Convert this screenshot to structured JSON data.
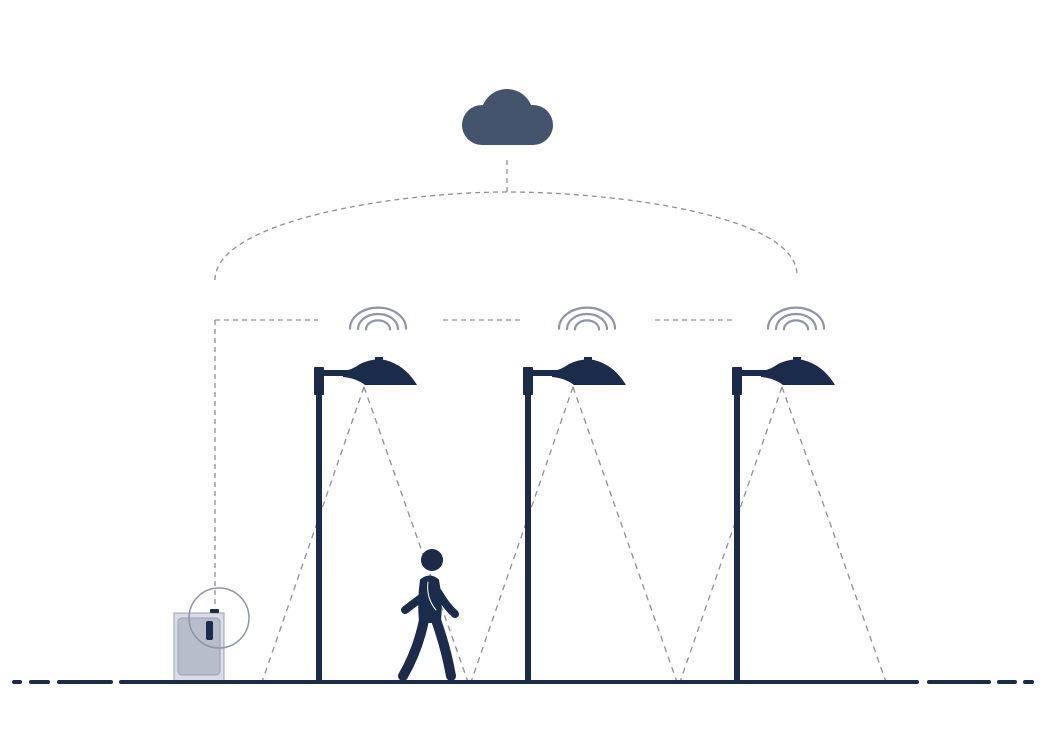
{
  "diagram": {
    "nodes": [
      "cloud-icon",
      "lamp-1",
      "lamp-2",
      "lamp-3",
      "controller-box",
      "pedestrian"
    ],
    "lamp_count": 3,
    "colors": {
      "navy": "#1b2b4b",
      "cloud": "#44546f",
      "dash": "#8a8fa3",
      "wifi": "#8e95a8",
      "box": "#b8bdcb"
    }
  }
}
